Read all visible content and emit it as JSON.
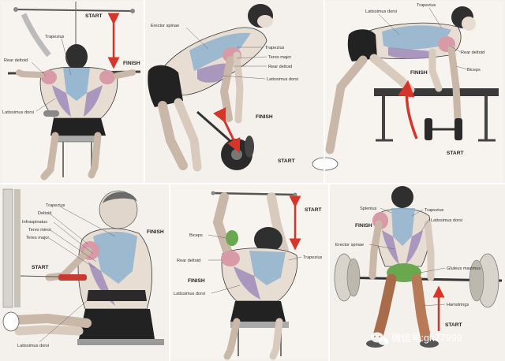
{
  "colors": {
    "background": "#f4f1ec",
    "skin": "#e8ddd2",
    "skin_shade": "#c9b8a8",
    "outline": "#3a3a3a",
    "trapezius_blue": "#8fb3cf",
    "deltoid_pink": "#d99aa8",
    "lat_purple": "#9a86b8",
    "biceps_green": "#6aa84f",
    "arrow_red": "#d8352a",
    "shorts_black": "#222222"
  },
  "panels": [
    {
      "id": "lat-pulldown",
      "labels": {
        "trapezius": "Trapezius",
        "rear_deltoid": "Rear deltoid",
        "latissimus": "Latissimus dorsi"
      },
      "markers": {
        "start": "START",
        "finish": "FINISH"
      }
    },
    {
      "id": "bent-over-row",
      "labels": {
        "erector": "Erector spinae",
        "trapezius": "Trapezius",
        "teres": "Teres major",
        "rear_deltoid": "Rear deltoid",
        "latissimus": "Latissimus dorsi"
      },
      "markers": {
        "start": "START",
        "finish": "FINISH"
      }
    },
    {
      "id": "one-arm-row",
      "labels": {
        "latissimus": "Latissimus dorsi",
        "trapezius": "Trapezius",
        "rear_deltoid": "Rear deltoid",
        "biceps": "Biceps"
      },
      "markers": {
        "start": "START",
        "finish": "FINISH"
      }
    },
    {
      "id": "seated-cable-row",
      "labels": {
        "trapezius": "Trapezius",
        "deltoid": "Deltoid",
        "infraspinatus": "Infraspinatus",
        "teres_minor": "Teres minor",
        "teres_major": "Teres major",
        "latissimus": "Latissimus dorsi"
      },
      "markers": {
        "start": "START",
        "finish": "FINISH"
      }
    },
    {
      "id": "chin-up",
      "labels": {
        "biceps": "Biceps",
        "rear_deltoid": "Rear deltoid",
        "latissimus": "Latissimus dorsi",
        "trapezius": "Trapezius"
      },
      "markers": {
        "start": "START",
        "finish": "FINISH"
      }
    },
    {
      "id": "deadlift",
      "labels": {
        "splenius": "Splenius",
        "trapezius": "Trapezius",
        "latissimus": "Latissimus dorsi",
        "erector": "Erector spinae",
        "gluteus": "Gluteus maximus",
        "hamstrings": "Hamstrings"
      },
      "markers": {
        "start": "START",
        "finish": "FINISH"
      }
    }
  ],
  "watermark": {
    "icon": "wechat-icon",
    "text": "微信号:gh77999"
  }
}
